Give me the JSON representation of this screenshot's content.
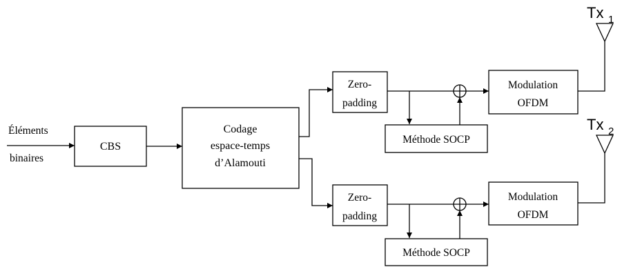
{
  "input": {
    "label_line1": "Éléments",
    "label_line2": "binaires"
  },
  "blocks": {
    "cbs": "CBS",
    "coding": {
      "line1": "Codage",
      "line2": "espace-temps",
      "line3": "d’Alamouti"
    },
    "zero_padding": {
      "line1": "Zero-",
      "line2": "padding"
    },
    "socp": "Méthode SOCP",
    "ofdm": {
      "line1": "Modulation",
      "line2": "OFDM"
    }
  },
  "antennas": [
    {
      "label": "Tx",
      "index": "1"
    },
    {
      "label": "Tx",
      "index": "2"
    }
  ]
}
